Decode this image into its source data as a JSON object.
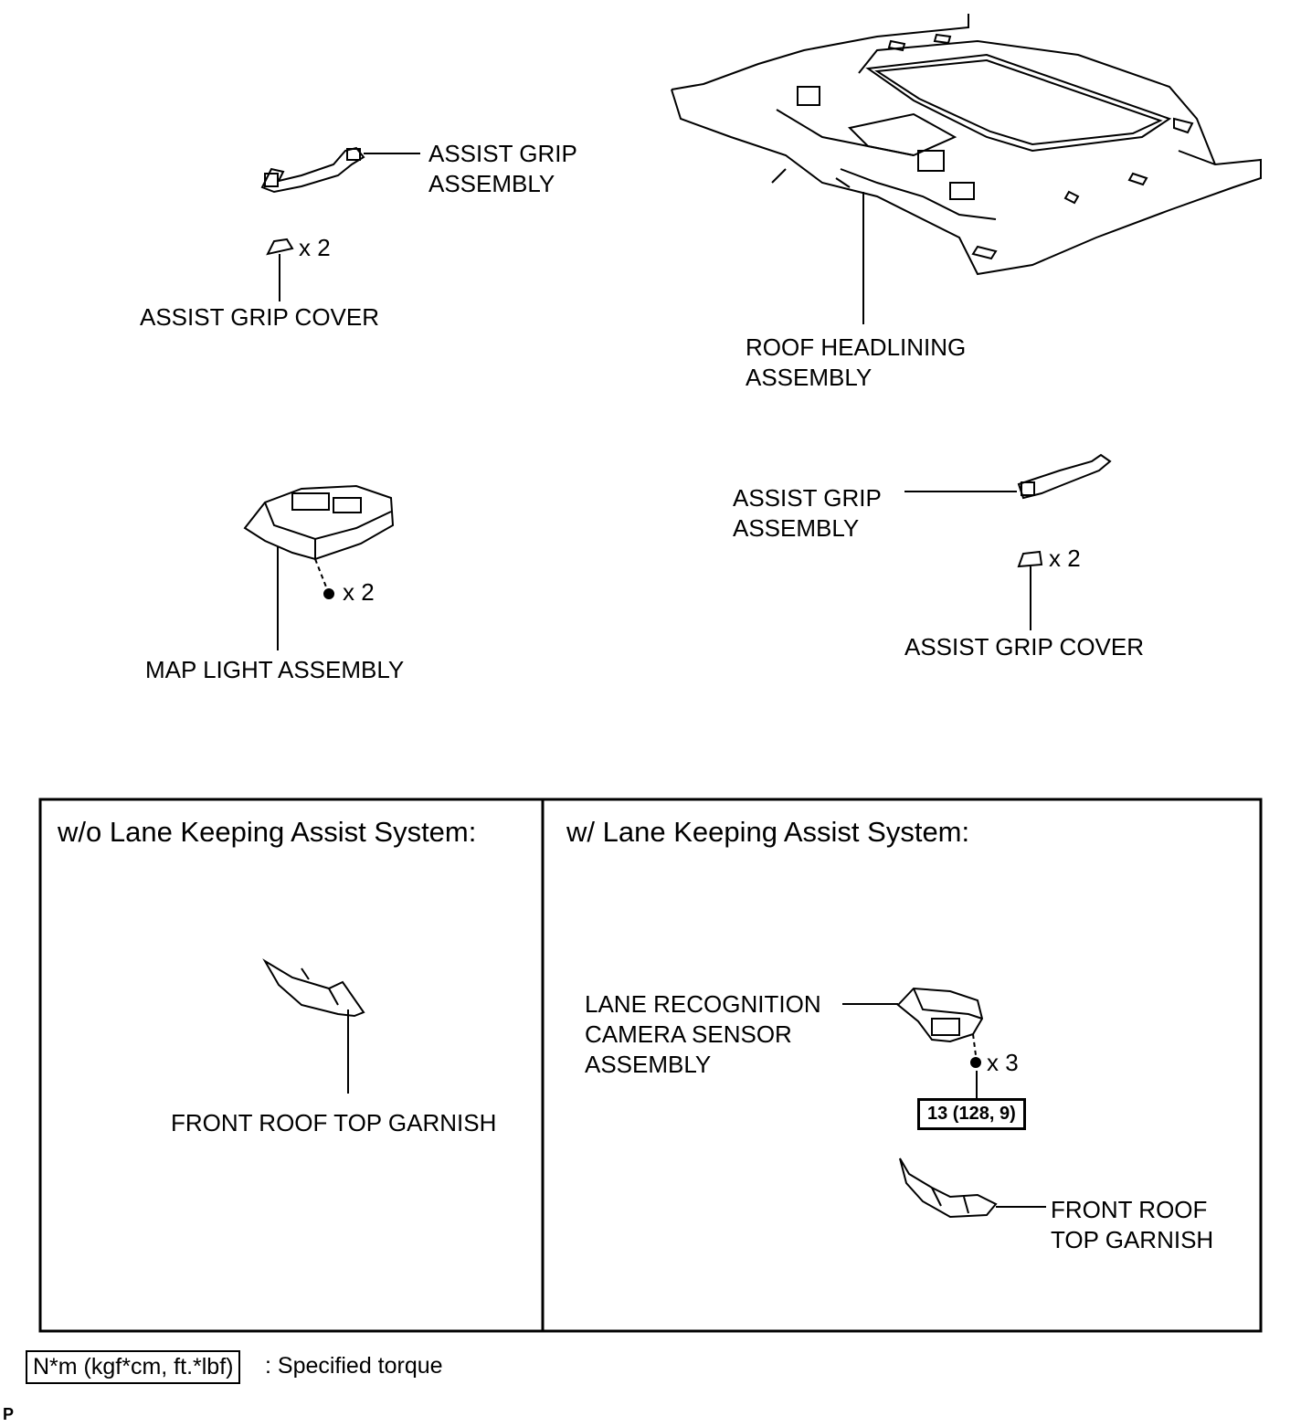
{
  "labels": {
    "assist_grip_assembly_left": "ASSIST GRIP\nASSEMBLY",
    "assist_grip_cover_left": "ASSIST GRIP COVER",
    "assist_grip_cover_left_qty": "x 2",
    "roof_headlining": "ROOF HEADLINING\nASSEMBLY",
    "map_light": "MAP LIGHT ASSEMBLY",
    "map_light_qty": "x 2",
    "assist_grip_assembly_right": "ASSIST GRIP\nASSEMBLY",
    "assist_grip_cover_right": "ASSIST GRIP COVER",
    "assist_grip_cover_right_qty": "x 2"
  },
  "panels": {
    "left": {
      "title": "w/o Lane Keeping Assist System:",
      "garnish": "FRONT ROOF TOP GARNISH"
    },
    "right": {
      "title": "w/ Lane Keeping Assist System:",
      "camera": "LANE RECOGNITION\nCAMERA SENSOR\nASSEMBLY",
      "camera_qty": "x 3",
      "torque": "13 (128, 9)",
      "garnish": "FRONT ROOF\nTOP GARNISH"
    }
  },
  "legend": {
    "box": "N*m (kgf*cm, ft.*lbf)",
    "text": ": Specified torque"
  },
  "footer_mark": "P"
}
